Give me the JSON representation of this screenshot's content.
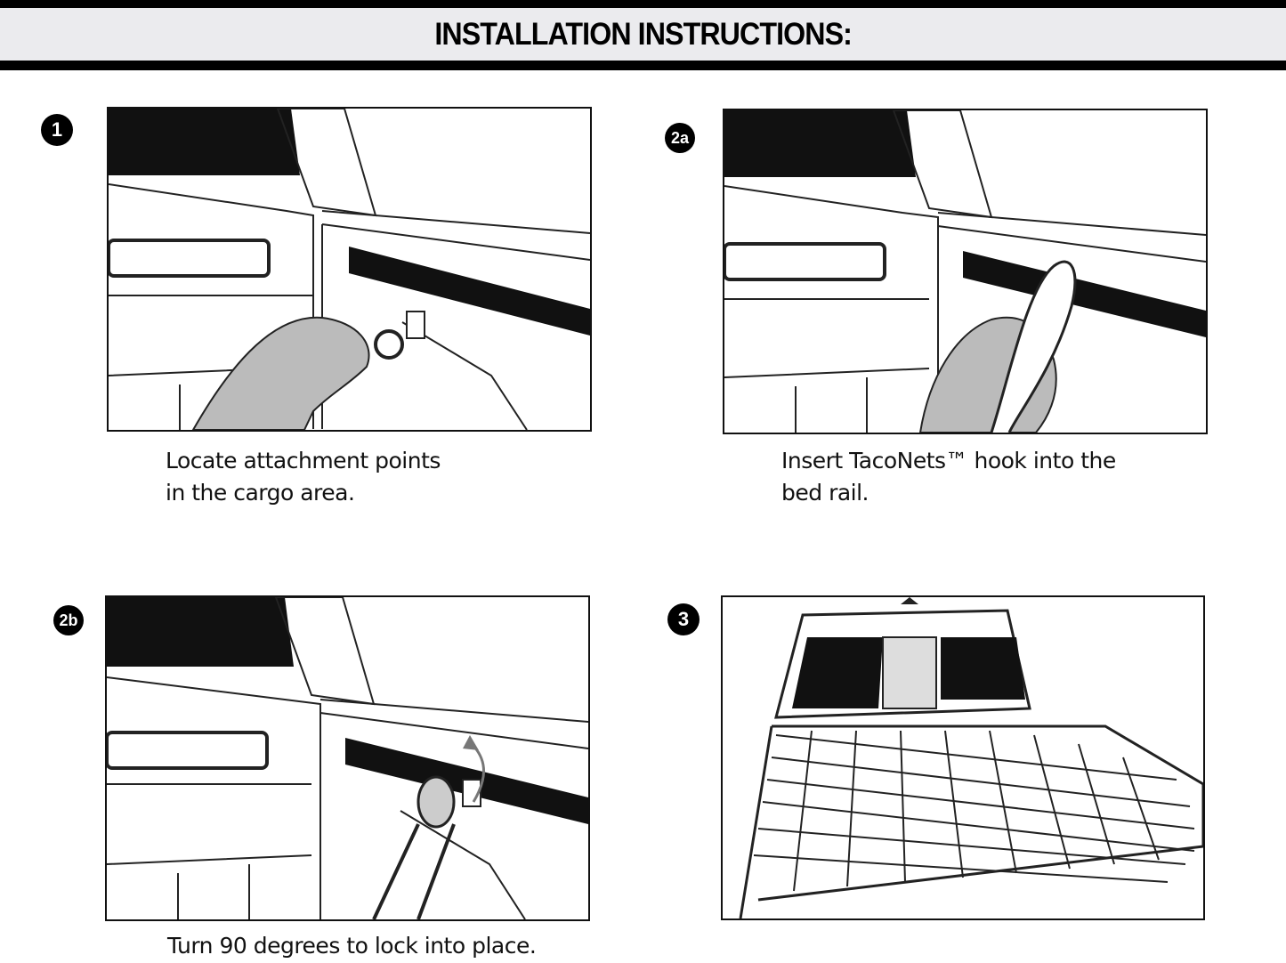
{
  "header": {
    "title": "INSTALLATION INSTRUCTIONS:"
  },
  "steps": [
    {
      "badge": "1",
      "caption": "Locate attachment points\nin the cargo area.",
      "illustration": "hand-holding-hook-near-bed-rail"
    },
    {
      "badge": "2a",
      "caption": "Insert TacoNets™ hook into the\nbed rail.",
      "illustration": "hand-inserting-hook-into-rail"
    },
    {
      "badge": "2b",
      "caption": "Turn 90 degrees to lock into place.",
      "illustration": "hook-rotated-in-rail-with-arrow"
    },
    {
      "badge": "3",
      "caption": "",
      "illustration": "truck-bed-with-cargo-net"
    }
  ]
}
